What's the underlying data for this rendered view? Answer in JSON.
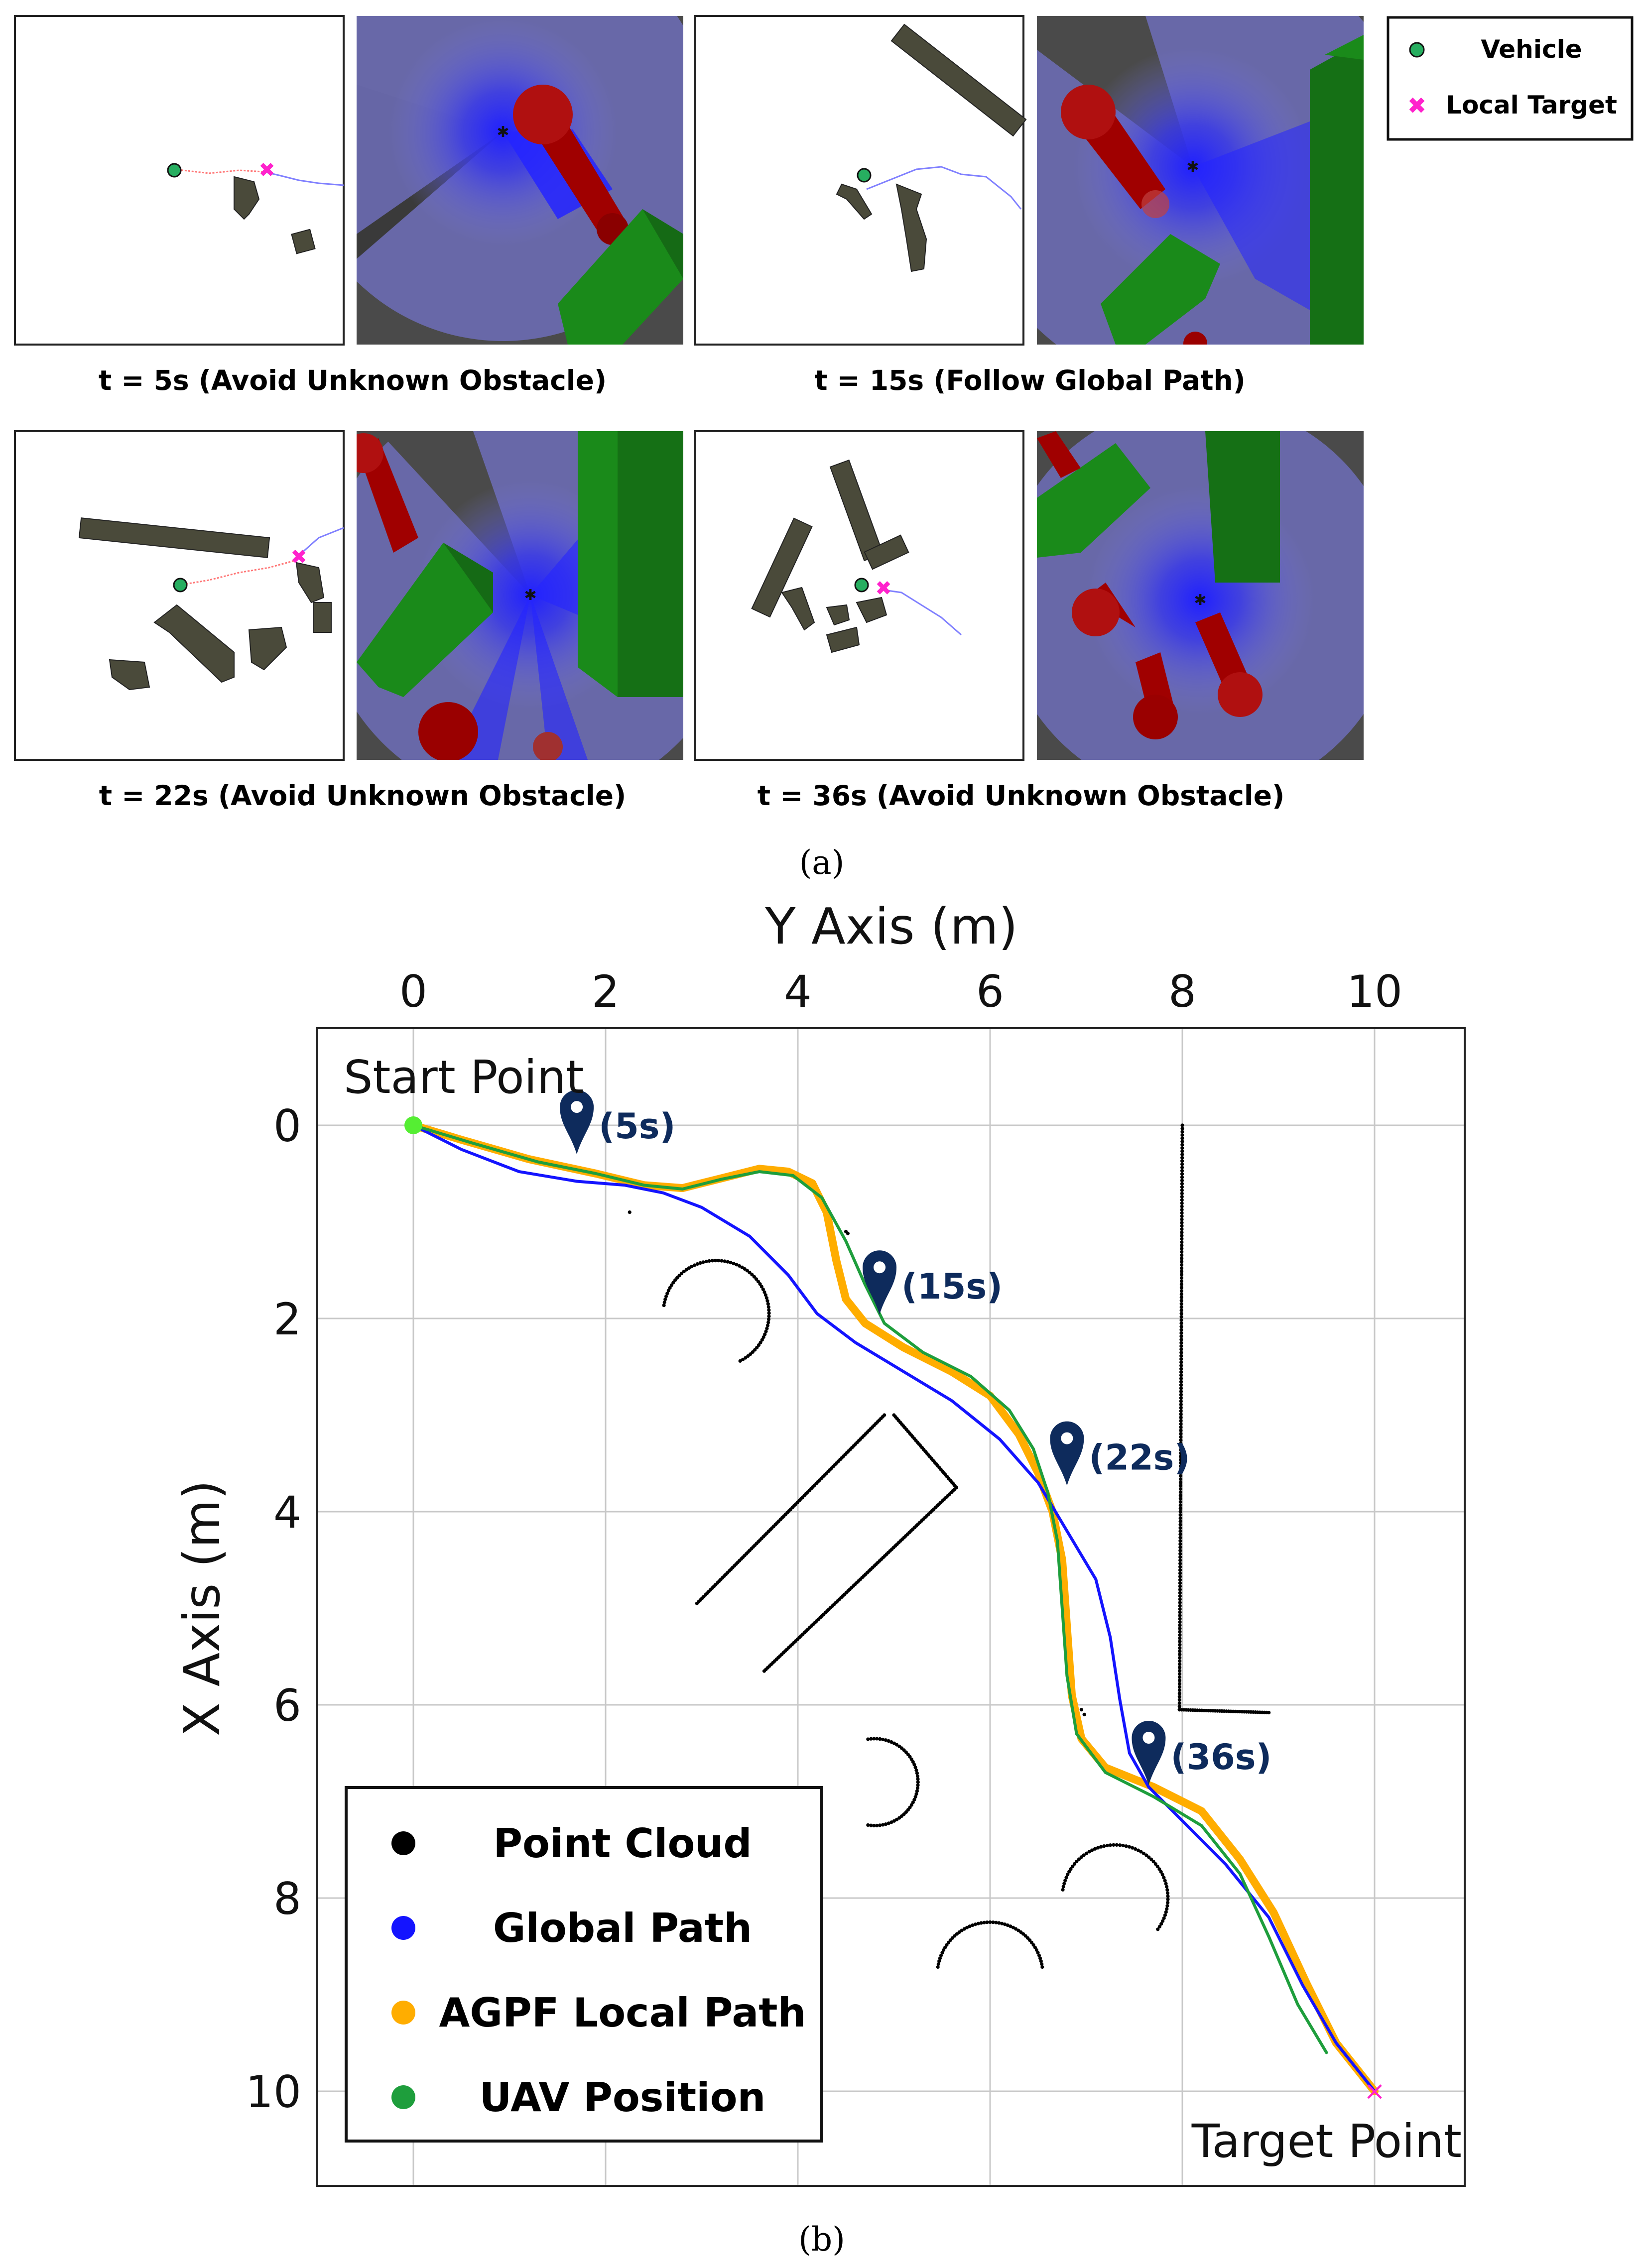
{
  "panel_a": {
    "label": "(a)",
    "legend": {
      "vehicle": "Vehicle",
      "local_target": "Local Target",
      "colors": {
        "vehicle": "#27ae60",
        "local_target": "#ff22cc"
      }
    },
    "snapshots": [
      {
        "caption": "t = 5s (Avoid Unknown Obstacle)"
      },
      {
        "caption": "t = 15s (Follow Global Path)"
      },
      {
        "caption": "t = 22s (Avoid Unknown Obstacle)"
      },
      {
        "caption": "t = 36s (Avoid Unknown Obstacle)"
      }
    ]
  },
  "panel_b": {
    "label": "(b)",
    "chart_data": {
      "type": "scatter",
      "xlabel": "Y Axis (m)",
      "ylabel": "X Axis (m)",
      "xlim": [
        -1,
        11
      ],
      "ylim": [
        11,
        -1
      ],
      "x_ticks": [
        0,
        2,
        4,
        6,
        8,
        10
      ],
      "y_ticks": [
        0,
        2,
        4,
        6,
        8,
        10
      ],
      "grid": true,
      "legend_position": "bottom-left",
      "legend": [
        "Point Cloud",
        "Global Path",
        "AGPF Local Path",
        "UAV Position"
      ],
      "colors": {
        "point_cloud": "#000000",
        "global_path": "#1414ff",
        "local_path": "#ffad00",
        "uav": "#1e9e3c",
        "start": "#55ee33",
        "target": "#ff22cc",
        "marker": "#0e2b5c"
      },
      "annotations": {
        "start": "Start Point",
        "target": "Target Point"
      },
      "start_point": [
        0,
        0
      ],
      "target_point": [
        10,
        10
      ],
      "time_markers": [
        {
          "label": "(5s)",
          "y": 1.7,
          "x": 0.3
        },
        {
          "label": "(15s)",
          "y": 4.85,
          "x": 1.96
        },
        {
          "label": "(22s)",
          "y": 6.8,
          "x": 3.73
        },
        {
          "label": "(36s)",
          "y": 7.65,
          "x": 6.83
        }
      ],
      "series": [
        {
          "name": "Global Path",
          "points": [
            [
              0,
              0
            ],
            [
              0.5,
              0.25
            ],
            [
              1.1,
              0.48
            ],
            [
              1.7,
              0.58
            ],
            [
              2.2,
              0.62
            ],
            [
              2.6,
              0.7
            ],
            [
              3.0,
              0.85
            ],
            [
              3.5,
              1.15
            ],
            [
              3.9,
              1.55
            ],
            [
              4.2,
              1.95
            ],
            [
              4.6,
              2.25
            ],
            [
              5.1,
              2.55
            ],
            [
              5.6,
              2.85
            ],
            [
              6.1,
              3.25
            ],
            [
              6.5,
              3.7
            ],
            [
              6.8,
              4.2
            ],
            [
              7.1,
              4.7
            ],
            [
              7.25,
              5.3
            ],
            [
              7.35,
              5.95
            ],
            [
              7.45,
              6.5
            ],
            [
              7.65,
              6.85
            ],
            [
              8.0,
              7.2
            ],
            [
              8.45,
              7.65
            ],
            [
              8.9,
              8.2
            ],
            [
              9.25,
              8.9
            ],
            [
              9.6,
              9.5
            ],
            [
              10,
              10
            ]
          ]
        },
        {
          "name": "AGPF Local Path",
          "points": [
            [
              0,
              0
            ],
            [
              0.5,
              0.15
            ],
            [
              1.2,
              0.35
            ],
            [
              1.9,
              0.5
            ],
            [
              2.4,
              0.62
            ],
            [
              2.8,
              0.65
            ],
            [
              3.2,
              0.55
            ],
            [
              3.6,
              0.45
            ],
            [
              3.9,
              0.48
            ],
            [
              4.15,
              0.6
            ],
            [
              4.3,
              0.9
            ],
            [
              4.4,
              1.4
            ],
            [
              4.5,
              1.8
            ],
            [
              4.7,
              2.05
            ],
            [
              5.1,
              2.3
            ],
            [
              5.6,
              2.55
            ],
            [
              6.0,
              2.8
            ],
            [
              6.3,
              3.2
            ],
            [
              6.5,
              3.6
            ],
            [
              6.65,
              4.0
            ],
            [
              6.75,
              4.5
            ],
            [
              6.8,
              5.2
            ],
            [
              6.85,
              5.9
            ],
            [
              6.95,
              6.35
            ],
            [
              7.2,
              6.65
            ],
            [
              7.7,
              6.85
            ],
            [
              8.2,
              7.1
            ],
            [
              8.6,
              7.6
            ],
            [
              8.95,
              8.15
            ],
            [
              9.3,
              8.9
            ],
            [
              9.6,
              9.5
            ],
            [
              10,
              10
            ]
          ]
        },
        {
          "name": "UAV Position",
          "points": [
            [
              0,
              0
            ],
            [
              0.6,
              0.18
            ],
            [
              1.3,
              0.38
            ],
            [
              1.9,
              0.5
            ],
            [
              2.4,
              0.62
            ],
            [
              2.8,
              0.66
            ],
            [
              3.2,
              0.56
            ],
            [
              3.6,
              0.48
            ],
            [
              3.95,
              0.52
            ],
            [
              4.25,
              0.75
            ],
            [
              4.5,
              1.2
            ],
            [
              4.7,
              1.65
            ],
            [
              4.9,
              2.05
            ],
            [
              5.3,
              2.35
            ],
            [
              5.8,
              2.6
            ],
            [
              6.2,
              2.95
            ],
            [
              6.45,
              3.35
            ],
            [
              6.6,
              3.8
            ],
            [
              6.7,
              4.3
            ],
            [
              6.75,
              5.0
            ],
            [
              6.8,
              5.7
            ],
            [
              6.9,
              6.3
            ],
            [
              7.2,
              6.7
            ],
            [
              7.7,
              6.95
            ],
            [
              8.2,
              7.25
            ],
            [
              8.6,
              7.75
            ],
            [
              8.9,
              8.4
            ],
            [
              9.2,
              9.1
            ],
            [
              9.5,
              9.6
            ]
          ]
        }
      ]
    }
  }
}
